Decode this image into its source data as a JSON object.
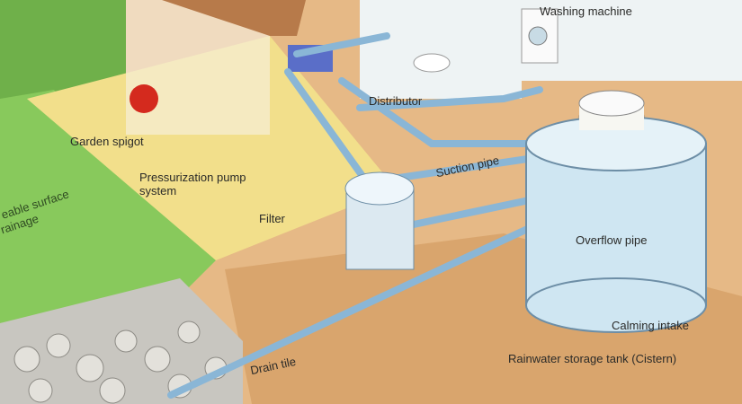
{
  "labels": {
    "washing_machine": "Washing machine",
    "distributor": "Distributor",
    "garden_spigot": "Garden spigot",
    "pump_line1": "Pressurization pump",
    "pump_line2": "system",
    "suction_pipe": "Suction pipe",
    "filter": "Filter",
    "surface_line1": "eable surface",
    "surface_line2": "rainage",
    "overflow_pipe": "Overflow pipe",
    "calming_intake": "Calming intake",
    "drain_tile": "Drain tile",
    "storage_tank": "Rainwater storage tank (Cistern)"
  },
  "colors": {
    "pipe": "#8ab6d6",
    "grass": "#7cc25a",
    "soil": "#e6b986",
    "patio": "#f3e08a"
  }
}
